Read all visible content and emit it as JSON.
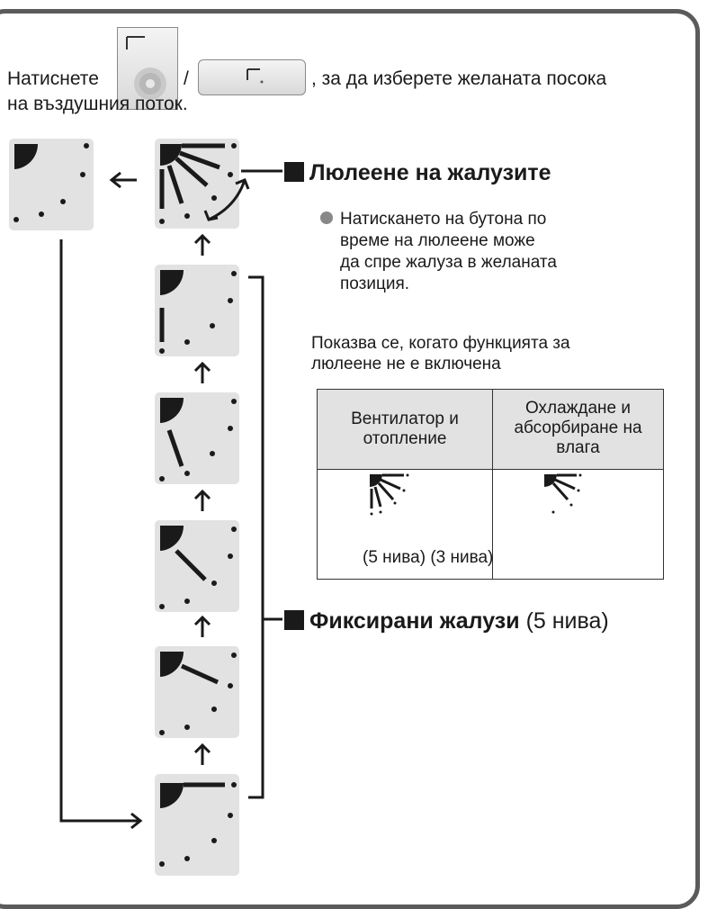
{
  "intro": {
    "press": "Натиснете",
    "separator": "/",
    "purpose": ", за да изберете желаната посока",
    "line2": "на въздушния поток."
  },
  "swing": {
    "title": "Люлеене на жалузите",
    "note": "Натискането на бутона по време на люлеене може да спре жалуза в желаната позиция.",
    "note_lines": [
      "Натискането на бутона по",
      "време на люлеене може",
      "да спре жалуза в желаната",
      "позиция."
    ]
  },
  "shown_when": {
    "lines": [
      "Показва се, когато функцията за",
      "люлеене не е включена"
    ]
  },
  "table": {
    "col1_lines": [
      "Вентилатор и",
      "отопление"
    ],
    "col2_lines": [
      "Охлаждане и",
      "абсорбиране на",
      "влага"
    ],
    "caption": "(5 нива) (3 нива)"
  },
  "fixed": {
    "title": "Фиксирани жалузи",
    "levels": "(5 нива)"
  },
  "colors": {
    "panel": "#e2e2e2",
    "ink": "#1a1a1a",
    "frame": "#5b5b5b"
  }
}
